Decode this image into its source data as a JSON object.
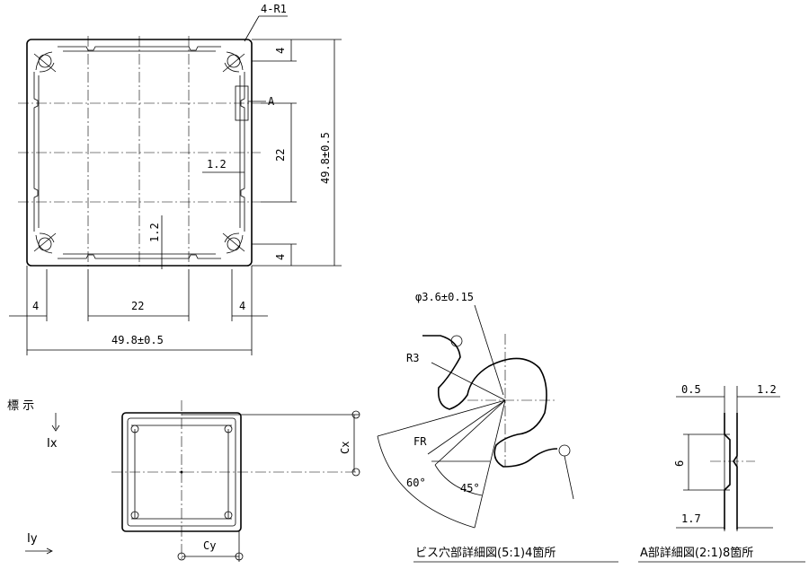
{
  "main_view": {
    "callout_corner_radius": "4-R1",
    "dim_top_offset": "4",
    "dim_pitch_vertical": "22",
    "dim_bottom_offset": "4",
    "dim_overall_height": "49.8±0.5",
    "dim_wall_thickness": "1.2",
    "dim_wall_thickness_2": "1.2",
    "dim_left_offset": "4",
    "dim_pitch_horizontal": "22",
    "dim_right_offset": "4",
    "dim_overall_width": "49.8±0.5",
    "detail_marker": "A"
  },
  "section_view": {
    "label_display": "標 示",
    "label_ix": "Ix",
    "label_iy": "Iy",
    "label_cx": "Cx",
    "label_cy": "Cy"
  },
  "screw_detail": {
    "label_diameter": "φ3.6±0.15",
    "label_radius": "R3",
    "label_fr": "FR",
    "label_angle_60": "60°",
    "label_angle_45": "45°",
    "caption": "ビス穴部詳細図(5:1)4箇所"
  },
  "detail_a": {
    "dim_left": "0.5",
    "dim_right": "1.2",
    "dim_height": "6",
    "dim_bottom": "1.7",
    "caption": "A部詳細図(2:1)8箇所"
  }
}
